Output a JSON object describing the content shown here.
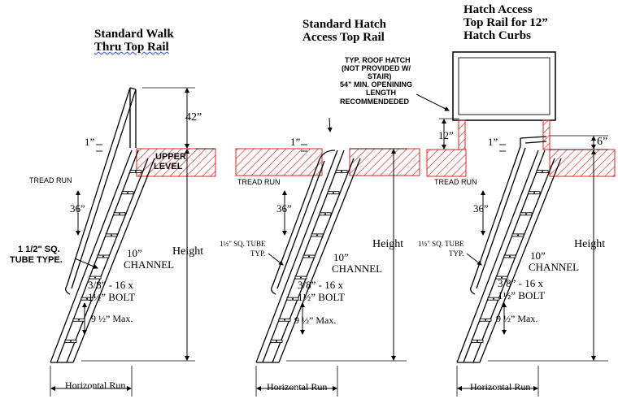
{
  "panels": [
    {
      "title_line1": "Standard Walk",
      "title_line2": "Thru Top Rail",
      "dim_top": "42”",
      "dim_1in": "1”",
      "upper_level_1": "UPPER",
      "upper_level_2": "LEVEL",
      "tread_run": "TREAD RUN",
      "dim_36": "36”",
      "tube_line1": "1 1/2\" SQ.",
      "tube_line2": "TUBE TYPE.",
      "channel_1": "10”",
      "channel_2": "CHANNEL",
      "bolt_1": "3/8” - 16 x",
      "bolt_2": "1½” BOLT",
      "max": "9 ½” Max.",
      "height": "Height",
      "horizontal_run": "Horizontal Run"
    },
    {
      "title_line1": "Standard Hatch",
      "title_line2": "Access Top Rail",
      "note_1": "TYP. ROOF HATCH",
      "note_2": "(NOT PROVIDED W/",
      "note_3": "STAIR)",
      "note_4": "54” MIN. OPENINING",
      "note_5": "LENGTH",
      "note_6": "RECOMMENDEDED",
      "dim_1in": "1”",
      "tread_run": "TREAD RUN",
      "dim_36": "36”",
      "tube_line1": "1½\" SQ. TUBE",
      "tube_line2": "TYP.",
      "channel_1": "10”",
      "channel_2": "CHANNEL",
      "bolt_1": "3/8” - 16 x",
      "bolt_2": "1½” BOLT",
      "max": "9 ½” Max.",
      "height": "Height",
      "horizontal_run": "Horizontal Run"
    },
    {
      "title_line1": "Hatch Access",
      "title_line2": "Top Rail for 12”",
      "title_line3": "Hatch Curbs",
      "dim_12": "12”",
      "dim_1in": "1”",
      "dim_6": "6”",
      "tread_run": "TREAD RUN",
      "dim_36": "36”",
      "tube_line1": "1½\" SQ. TUBE",
      "tube_line2": "TYP.",
      "channel_1": "10”",
      "channel_2": "CHANNEL",
      "bolt_1": "3/8” - 16 x",
      "bolt_2": "1½” BOLT",
      "max": "9 ½” Max.",
      "height": "Height",
      "horizontal_run": "Horizontal Run"
    }
  ],
  "colors": {
    "hatch": "#e01f1f",
    "line": "#000000"
  }
}
